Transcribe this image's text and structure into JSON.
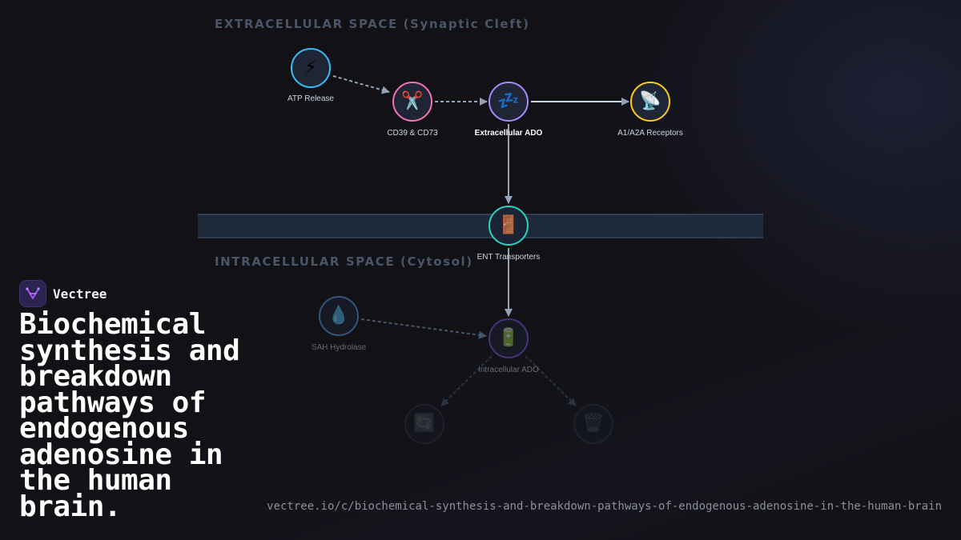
{
  "regions": {
    "extracellular": "EXTRACELLULAR SPACE (Synaptic Cleft)",
    "intracellular": "INTRACELLULAR SPACE (Cytosol)"
  },
  "nodes": {
    "atp_release": {
      "label": "ATP Release",
      "icon": "lightning-icon",
      "glyph": "⚡",
      "color": "#38bdf8"
    },
    "cd39_cd73": {
      "label": "CD39 & CD73",
      "icon": "scissors-icon",
      "glyph": "✂️",
      "color": "#f472b6"
    },
    "extracellular_ado": {
      "label": "Extracellular ADO",
      "icon": "sleep-icon",
      "glyph": "💤",
      "color": "#a78bfa"
    },
    "a1a2a_receptors": {
      "label": "A1/A2A Receptors",
      "icon": "satellite-antenna-icon",
      "glyph": "📡",
      "color": "#facc15"
    },
    "ent_transporters": {
      "label": "ENT Transporters",
      "icon": "door-icon",
      "glyph": "🚪",
      "color": "#2dd4bf"
    },
    "sah_hydrolase": {
      "label": "SAH Hydrolase",
      "icon": "droplet-icon",
      "glyph": "💧",
      "color": "#60a5fa"
    },
    "intracellular_ado": {
      "label": "Intracellular ADO",
      "icon": "battery-icon",
      "glyph": "🔋",
      "color": "#8b5cf6"
    },
    "recycle_node": {
      "label": "",
      "icon": "recycle-icon",
      "glyph": "🔄",
      "color": "#64748b"
    },
    "breakdown_node": {
      "label": "",
      "icon": "trash-icon",
      "glyph": "🗑️",
      "color": "#64748b"
    }
  },
  "brand": {
    "name": "Vectree",
    "icon": "vectree-logo-icon",
    "accent": "#7c3aed"
  },
  "headline": "Biochemical synthesis and breakdown pathways of endogenous adenosine in the human brain.",
  "url": "vectree.io/c/biochemical-synthesis-and-breakdown-pathways-of-endogenous-adenosine-in-the-human-brain"
}
